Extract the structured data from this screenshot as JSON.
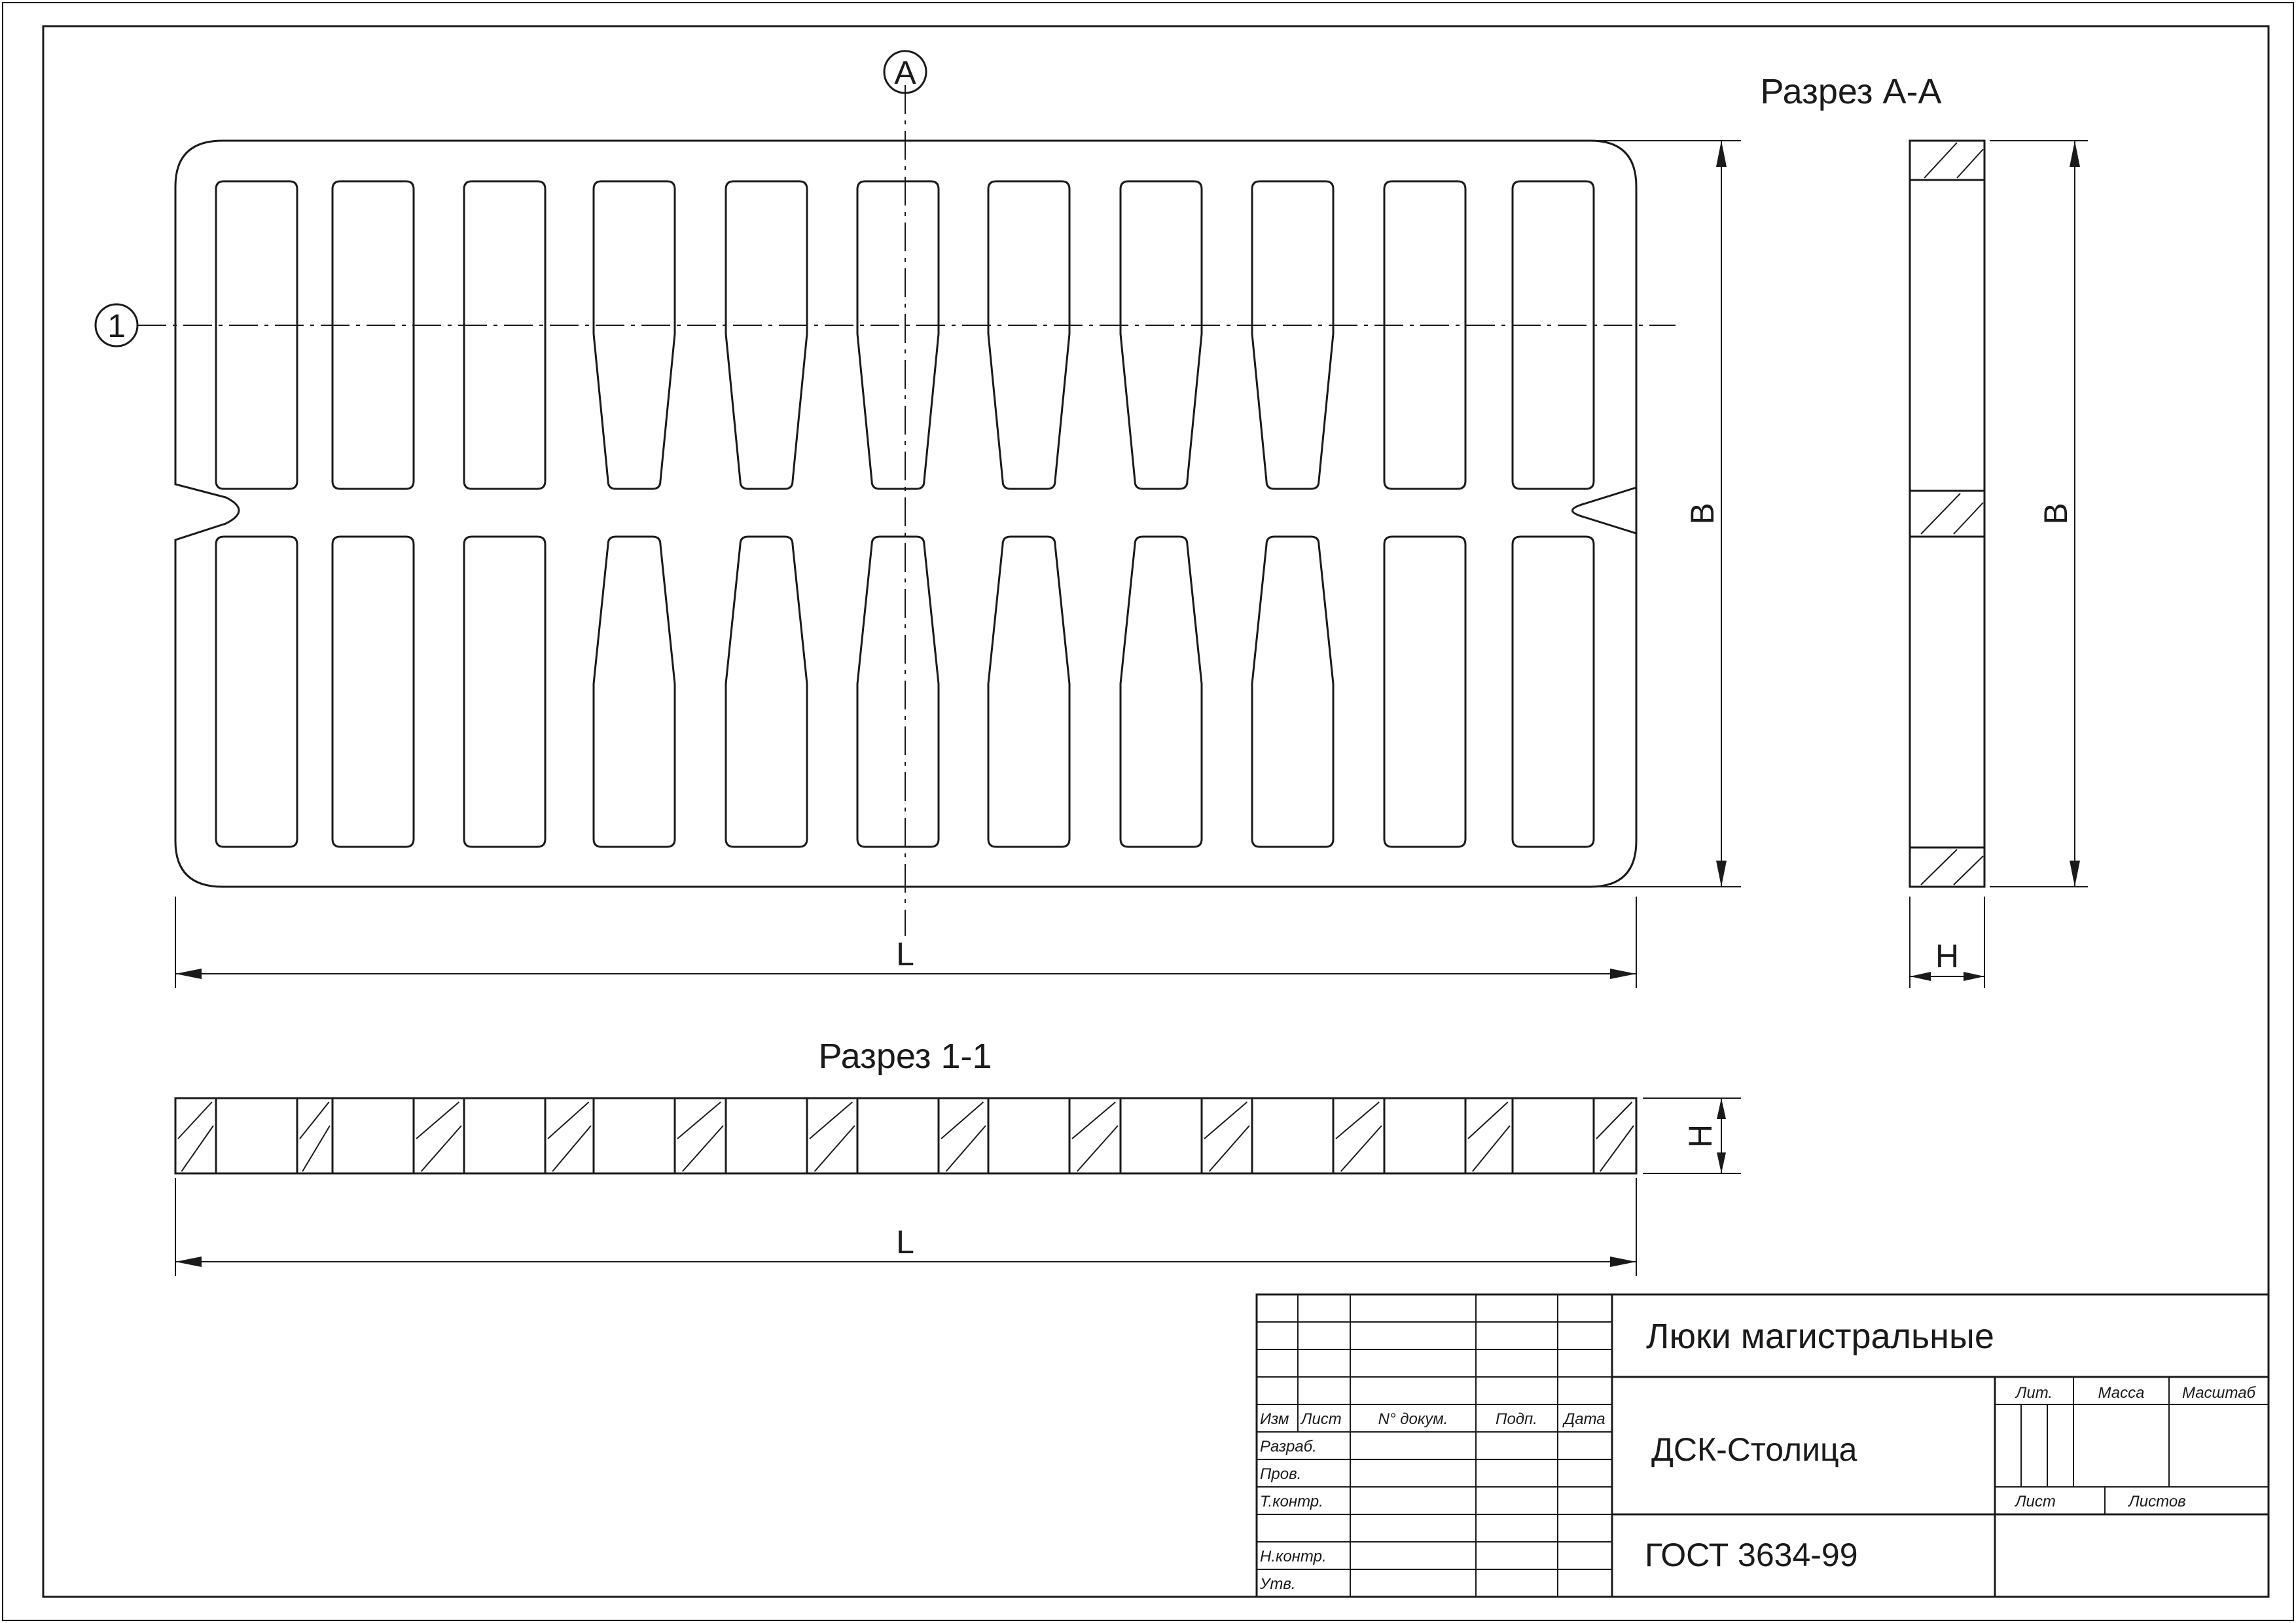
{
  "view_labels": {
    "axis_a": "A",
    "axis_1": "1",
    "section_aa": "Разрез А-А",
    "section_11": "Разрез 1-1"
  },
  "dimensions": {
    "length": "L",
    "width": "B",
    "height": "H"
  },
  "title_block": {
    "headers": [
      "Изм",
      "Лист",
      "N° докум.",
      "Подп.",
      "Дата"
    ],
    "rows": [
      "Разраб.",
      "Пров.",
      "Т.контр.",
      "Н.контр.",
      "Утв."
    ],
    "title": "Люки магистральные",
    "organization": "ДСК-Столица",
    "standard": "ГОСТ 3634-99",
    "lit": "Лит.",
    "mass": "Масса",
    "scale": "Масштаб",
    "sheet": "Лист",
    "sheets": "Листов"
  }
}
